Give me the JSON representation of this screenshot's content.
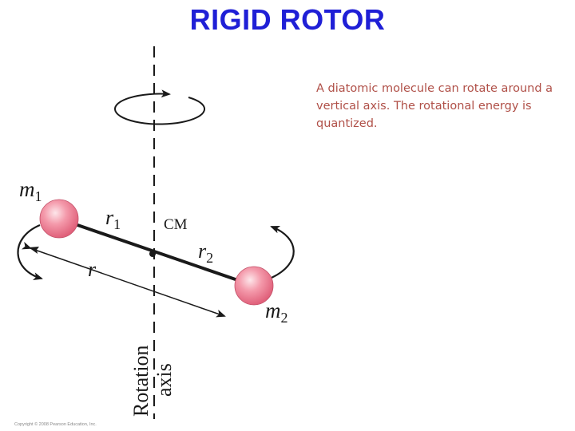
{
  "slide": {
    "title": "RIGID ROTOR",
    "description": "A diatomic molecule can rotate around a vertical axis. The rotational energy is quantized."
  },
  "diagram": {
    "labels": {
      "m1": "m",
      "m1_sub": "1",
      "m2": "m",
      "m2_sub": "2",
      "r1": "r",
      "r1_sub": "1",
      "r2": "r",
      "r2_sub": "2",
      "r": "r",
      "cm": "CM",
      "axis_line1": "Rotation",
      "axis_line2": "axis"
    },
    "colors": {
      "atom": "#f07f94",
      "ink": "#1a1a1a"
    }
  },
  "footer": {
    "copyright": "Copyright © 2008 Pearson Education, Inc."
  }
}
